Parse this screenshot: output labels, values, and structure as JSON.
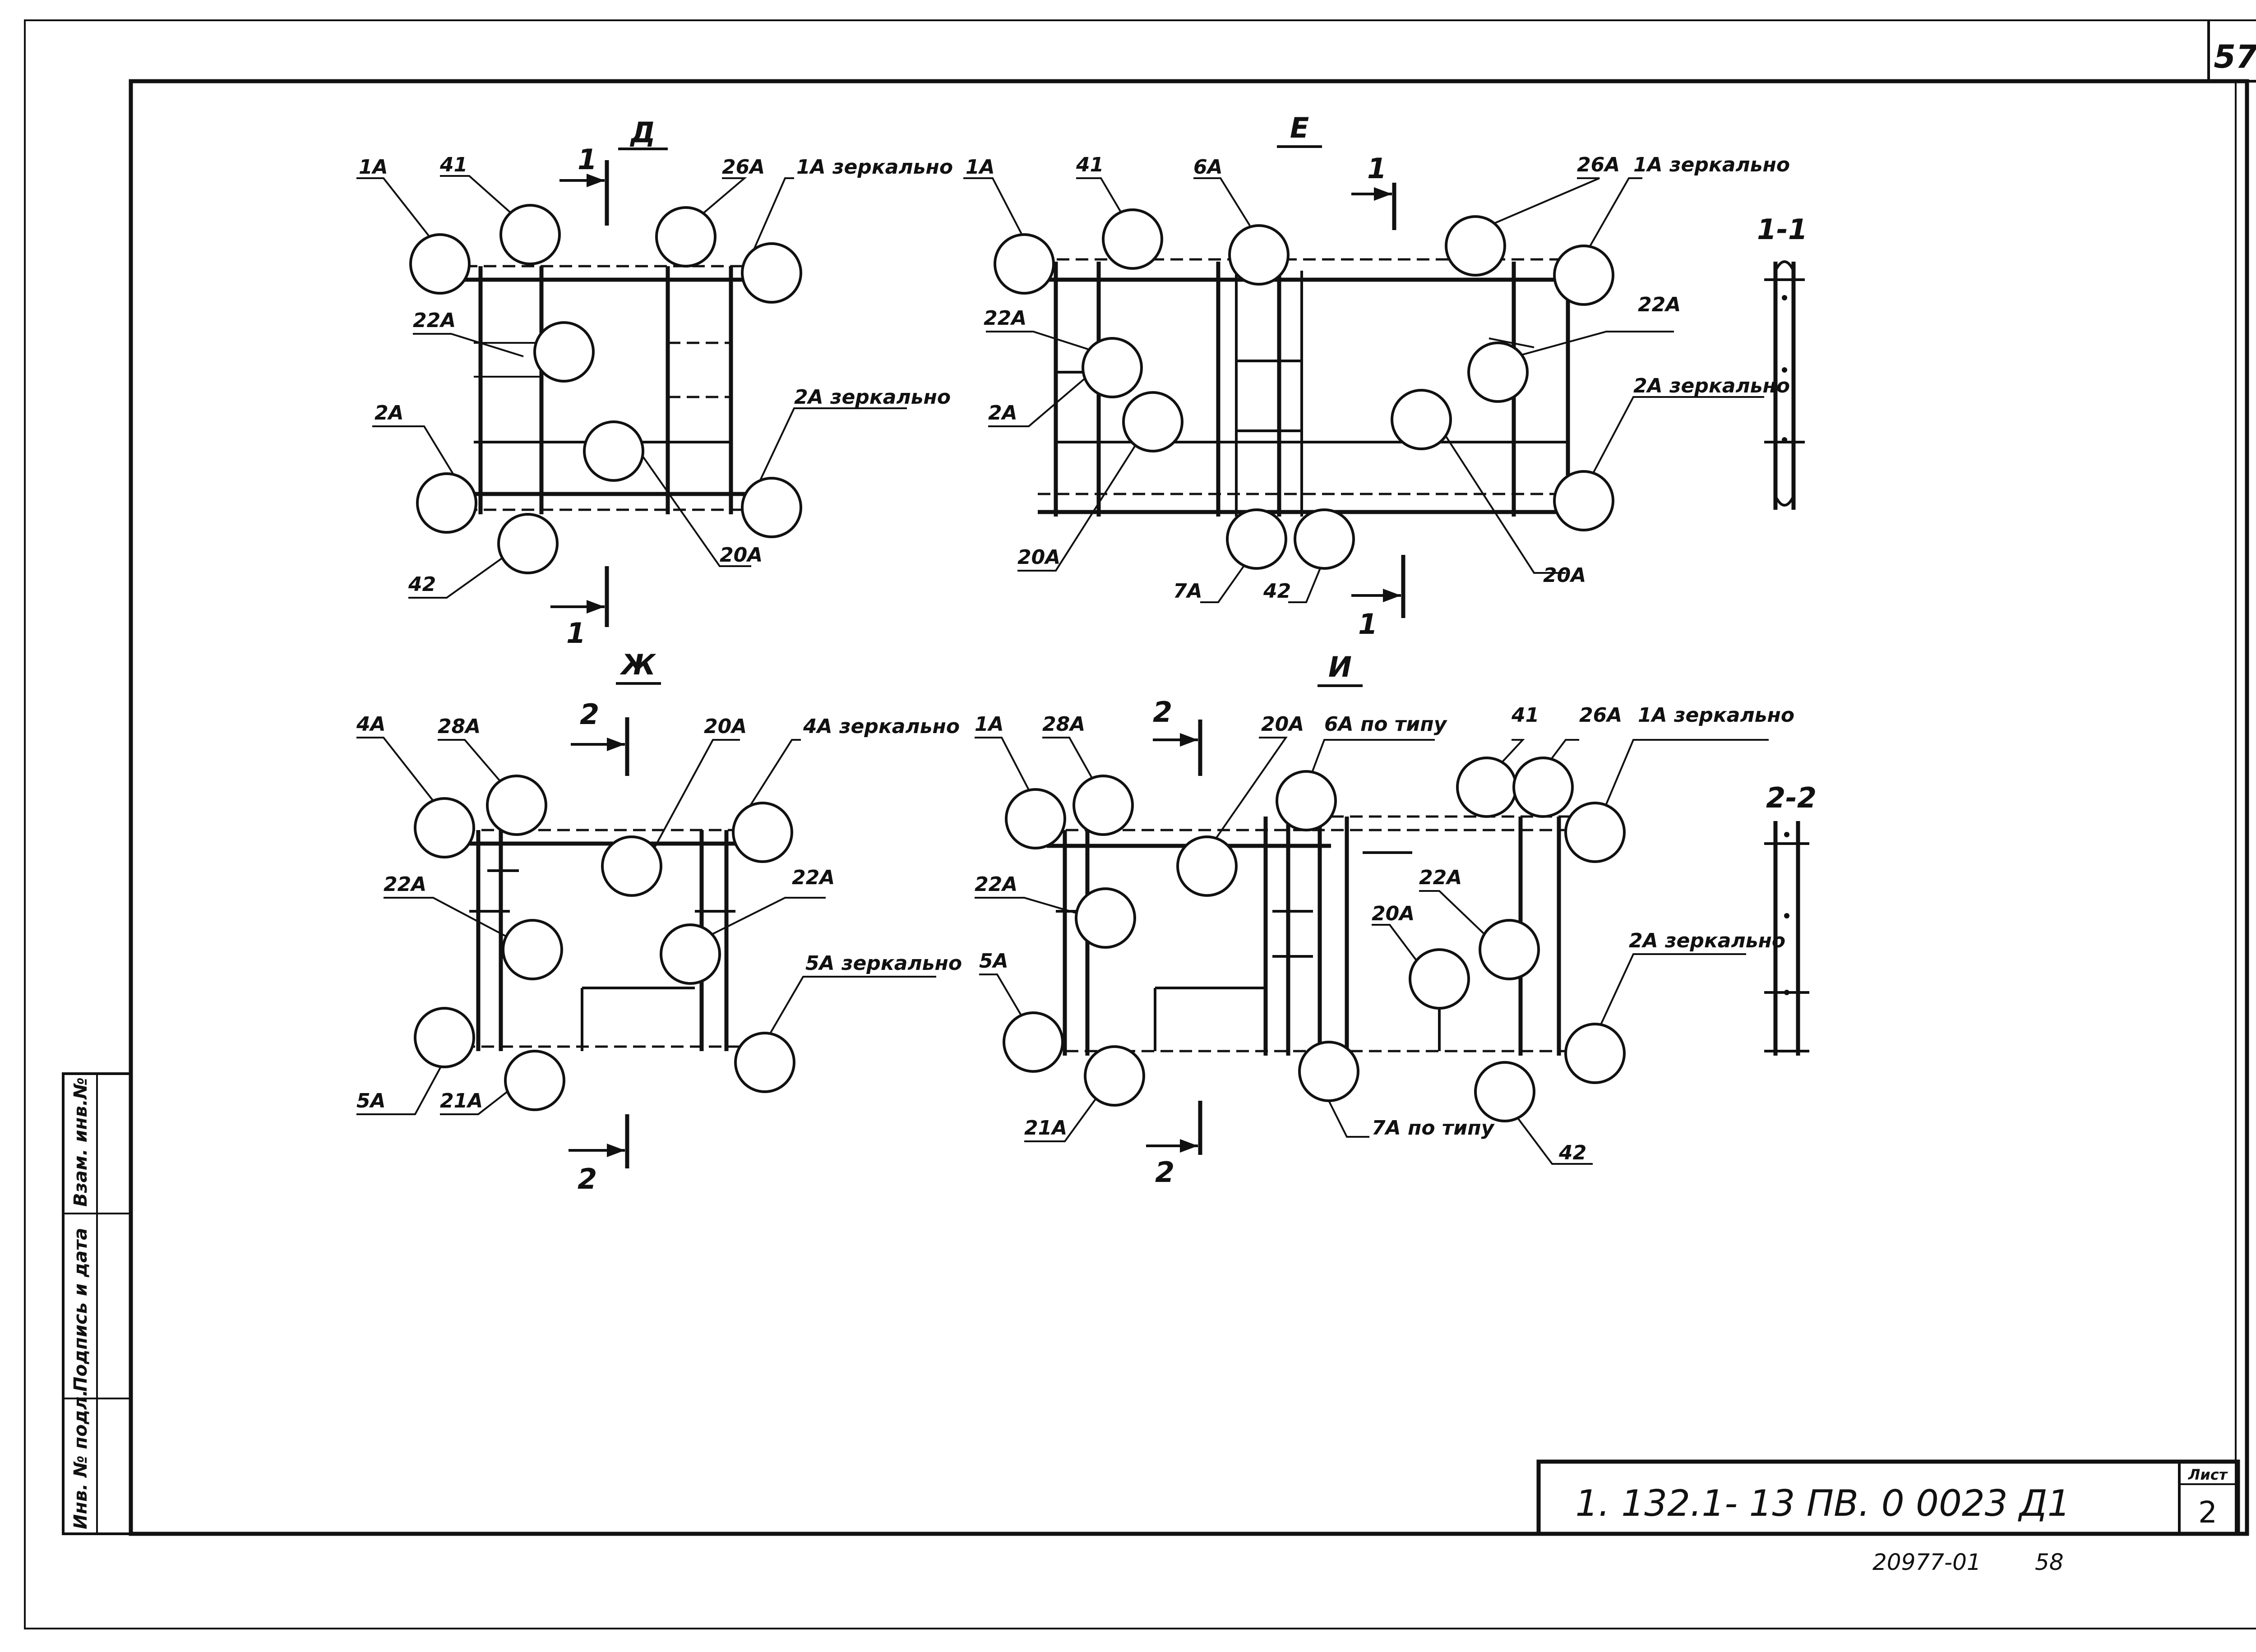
{
  "sheet_number": "57",
  "title_block": {
    "designation": "1. 132.1- 13 ПВ. 0 0023 Д1",
    "sheet_label": "Лист",
    "sheet_value": "2",
    "footer_number": "20977-01",
    "footer_page": "58"
  },
  "side_stamp": {
    "field1": "Инв. № подл.",
    "field2": "Подпись и дата",
    "field3": "Взам. инв.№"
  },
  "views": {
    "D": {
      "title": "Д",
      "cut_top": "1",
      "cut_bottom": "1",
      "labels": {
        "a": "1А",
        "b": "41",
        "c": "26А",
        "d": "1А зеркально",
        "e": "22А",
        "f": "2А",
        "g": "2А зеркально",
        "h": "42",
        "i": "20А"
      }
    },
    "E": {
      "title": "Е",
      "cut_top": "1",
      "cut_bottom": "1",
      "labels": {
        "a": "1А",
        "b": "41",
        "c": "6А",
        "d": "26А",
        "e": "1А зеркально",
        "f": "22А",
        "g": "2А",
        "h": "22А",
        "i": "2А зеркально",
        "j": "20А",
        "k": "7А",
        "l": "42",
        "m": "20А"
      }
    },
    "Zh": {
      "title": "Ж",
      "cut_top": "2",
      "cut_bottom": "2",
      "labels": {
        "a": "4А",
        "b": "28А",
        "c": "20А",
        "d": "4А зеркально",
        "e": "22А",
        "f": "22А",
        "g": "5А зеркально",
        "h": "5А",
        "i": "21А"
      }
    },
    "I": {
      "title": "И",
      "cut_top": "2",
      "cut_bottom": "2",
      "labels": {
        "a": "1А",
        "b": "28А",
        "c": "20А",
        "d": "6А по типу",
        "e": "41",
        "f": "26А",
        "g": "1А зеркально",
        "h": "22А",
        "i": "22А",
        "j": "20А",
        "k": "5А",
        "l": "2А зеркально",
        "m": "21А",
        "n": "7А по типу",
        "o": "42"
      }
    }
  },
  "sections": {
    "s1": "1-1",
    "s2": "2-2"
  }
}
